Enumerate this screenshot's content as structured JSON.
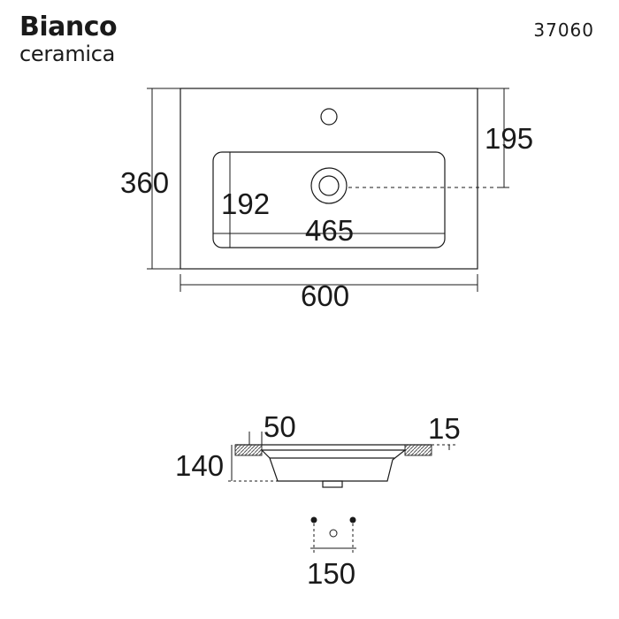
{
  "brand": {
    "name": "Bianco",
    "subtitle": "ceramica"
  },
  "model_number": "37060",
  "top_view": {
    "overall_width": "600",
    "overall_depth": "360",
    "tap_hole_offset": "195",
    "bowl_width": "465",
    "bowl_depth": "192"
  },
  "side_view": {
    "height": "140",
    "rim_width": "50",
    "rim_thickness": "15"
  },
  "fixing_view": {
    "bolt_spacing": "150"
  },
  "colors": {
    "line": "#1a1a1a",
    "hatch": "#555555"
  }
}
